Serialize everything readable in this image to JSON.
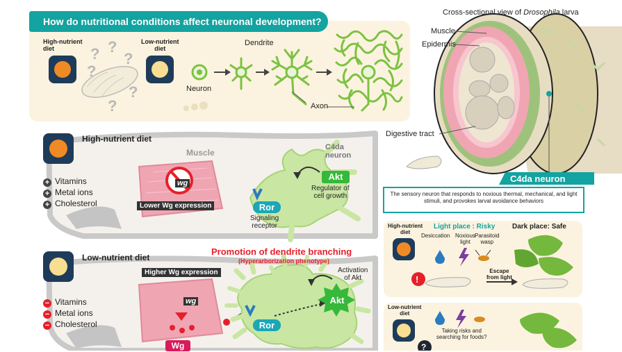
{
  "banner": {
    "question": "How do nutritional conditions affect neuronal development?"
  },
  "development": {
    "high_label": "High-nutrient\ndiet",
    "low_label": "Low-nutrient\ndiet",
    "dendrite": "Dendrite",
    "neuron": "Neuron",
    "axon": "Axon"
  },
  "cross_section": {
    "title_prefix": "Cross-sectional view of ",
    "title_italic": "Drosophila",
    "title_suffix": " larva",
    "muscle": "Muscle",
    "epidermis": "Epidermis",
    "digestive": "Digestive tract"
  },
  "c4da": {
    "title": "C4da neuron",
    "description": "The sensory neuron that responds to noxious thermal, mechanical, and light stimuli, and provokes larval avoidance behaviors"
  },
  "high_panel": {
    "title": "High-nutrient diet",
    "items": [
      "Vitamins",
      "Metal ions",
      "Cholesterol"
    ],
    "muscle": "Muscle",
    "wg": "wg",
    "lower_wg": "Lower Wg expression",
    "neuron_label": "C4da\nneuron",
    "akt": "Akt",
    "regulator": "Regulator of\ncell growth",
    "ror": "Ror",
    "signaling": "Signaling\nreceptor"
  },
  "low_panel": {
    "title": "Low-nutrient diet",
    "items": [
      "Vitamins",
      "Metal ions",
      "Cholesterol"
    ],
    "promotion": "Promotion of dendrite branching",
    "hyper": "(Hyperarborization phenotype)",
    "higher_wg": "Higher Wg expression",
    "wg": "wg",
    "wg_protein": "Wg",
    "activation": "Activation\nof Akt",
    "akt": "Akt",
    "ror": "Ror"
  },
  "behavior_high": {
    "diet_label": "High-nutrient\ndiet",
    "light_place": "Light place : Risky",
    "dark_place": "Dark place: Safe",
    "desiccation": "Desiccation",
    "noxious": "Noxious\nlight",
    "parasitoid": "Parasitoid\nwasp",
    "escape": "Escape\nfrom light",
    "exclaim": "!"
  },
  "behavior_low": {
    "diet_label": "Low-nutrient\ndiet",
    "risk": "Taking risks and\nsearching for foods?",
    "question": "?"
  },
  "colors": {
    "teal": "#13a3a0",
    "navy": "#1e3b5a",
    "green": "#7cc242",
    "pink": "#f0a5b3",
    "red": "#e5202b",
    "cream": "#fbf3df"
  }
}
